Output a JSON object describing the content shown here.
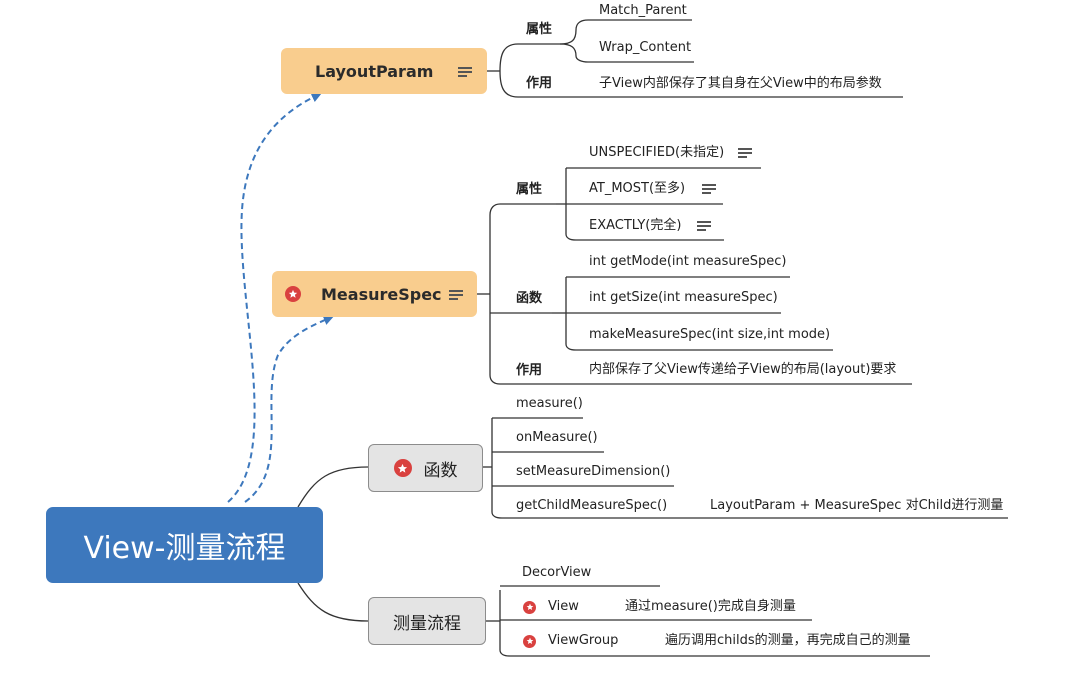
{
  "root": {
    "label": "View-测量流程"
  },
  "layout_param": {
    "label": "LayoutParam",
    "properties": {
      "label": "属性",
      "items": [
        "Match_Parent",
        "Wrap_Content"
      ]
    },
    "purpose": {
      "label": "作用",
      "text": "子View内部保存了其自身在父View中的布局参数"
    }
  },
  "measure_spec": {
    "label": "MeasureSpec",
    "properties": {
      "label": "属性",
      "items": [
        "UNSPECIFIED(未指定)",
        "AT_MOST(至多)",
        "EXACTLY(完全)"
      ]
    },
    "functions": {
      "label": "函数",
      "items": [
        "int getMode(int measureSpec)",
        "int getSize(int measureSpec)",
        "makeMeasureSpec(int size,int mode)"
      ]
    },
    "purpose": {
      "label": "作用",
      "text": "内部保存了父View传递给子View的布局(layout)要求"
    }
  },
  "functions": {
    "label": "函数",
    "items": [
      "measure()",
      "onMeasure()",
      "setMeasureDimension()",
      "getChildMeasureSpec()"
    ],
    "child_spec_note": "LayoutParam + MeasureSpec 对Child进行测量"
  },
  "flow": {
    "label": "测量流程",
    "decor": "DecorView",
    "view": {
      "label": "View",
      "note": "通过measure()完成自身测量"
    },
    "viewgroup": {
      "label": "ViewGroup",
      "note": "遍历调用childs的测量，再完成自己的测量"
    }
  },
  "colors": {
    "root": "#3d78bd",
    "orange": "#f9cd8e",
    "gray": "#e4e4e4",
    "marker": "#d9413f",
    "dashed": "#3d78bd",
    "line": "#333333"
  },
  "icons": [
    "star-marker-icon",
    "note-icon",
    "arrow-head-icon"
  ]
}
